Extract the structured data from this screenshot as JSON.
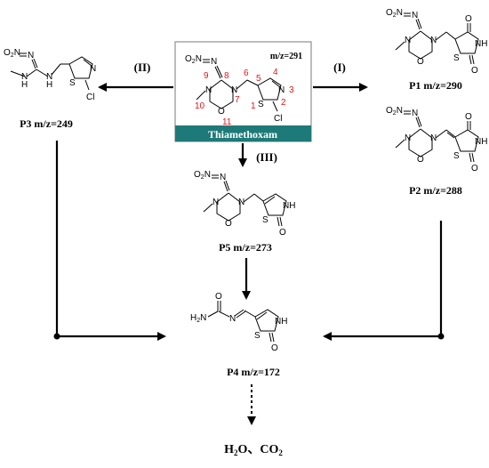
{
  "diagram": {
    "parent": {
      "name": "Thiamethoxam",
      "mz": "m/z=291",
      "banner_color": "#1e7a78"
    },
    "atom_numbers": [
      "1",
      "2",
      "3",
      "4",
      "5",
      "6",
      "7",
      "8",
      "9",
      "10",
      "11"
    ],
    "pathways": {
      "p1": "(I)",
      "p2": "(II)",
      "p3": "(III)"
    },
    "products": {
      "P1": "P1 m/z=290",
      "P2": "P2 m/z=288",
      "P3": "P3 m/z=249",
      "P4": "P4 m/z=172",
      "P5": "P5 m/z=273"
    },
    "final": {
      "h2o": "H",
      "h2o_sub": "2",
      "h2o_tail": "O",
      "sep": "、",
      "co2": "CO",
      "co2_sub": "2"
    },
    "atoms": {
      "o2n": "O",
      "o2n_sub": "2",
      "o2n_n": "N",
      "n": "N",
      "o": "O",
      "s": "S",
      "cl": "Cl",
      "nh": "NH",
      "h": "H",
      "h2n": "H",
      "h2n_sub": "2",
      "h2n_n": "N"
    }
  }
}
